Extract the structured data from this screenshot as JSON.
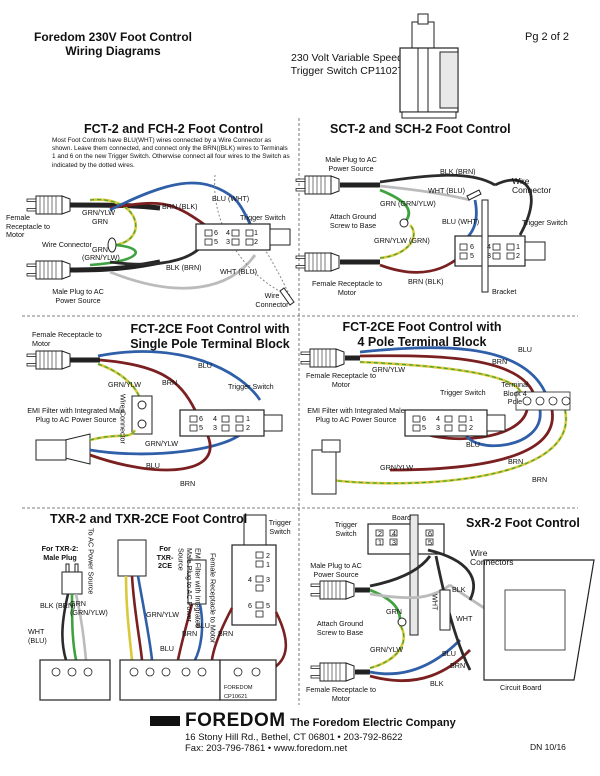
{
  "header": {
    "title_line1": "Foredom 230V Foot Control",
    "title_line2": "Wiring Diagrams",
    "page": "Pg 2 of 2",
    "switch_line1": "230 Volt Variable Speed",
    "switch_line2": "Trigger Switch CP11027"
  },
  "colors": {
    "blk": "#2b2b2b",
    "brn": "#7a2020",
    "blu": "#2f5fa8",
    "grn": "#3fa13f",
    "yel": "#d9c93a",
    "wht": "#bbbbbb"
  },
  "p1": {
    "title": "FCT-2 and FCH-2 Foot Control",
    "note": "Most Foot Controls have BLU(WHT) wires connected by a Wire Connector as shown. Leave them connected, and connect only the BRN((BLK) wires to Terminals 1 and 6 on the new Trigger Switch. Otherwise connect all four wires to the Switch as indicated by the dotted wires.",
    "labels": [
      "BRN (BLK)",
      "BLU (WHT)",
      "Trigger Switch",
      "GRN/YLW",
      "GRN",
      "Female Receptacle to Motor",
      "Wire Connector",
      "GRN",
      "(GRN/YLW)",
      "BLK (BRN)",
      "WHT (BLU)",
      "Male Plug to AC Power Source",
      "Wire Connector",
      "6",
      "5",
      "4",
      "3",
      "2",
      "1"
    ]
  },
  "p2": {
    "title": "SCT-2 and SCH-2 Foot Control",
    "labels": [
      "Male Plug to AC Power Source",
      "BLK (BRN)",
      "Wire Connector",
      "WHT (BLU)",
      "GRN (GRN/YLW)",
      "Attach Ground Screw to Base",
      "BLU (WHT)",
      "Trigger Switch",
      "GRN/YLW (GRN)",
      "BRN (BLK)",
      "Female Receptacle to Motor",
      "Bracket",
      "6",
      "5",
      "4",
      "3",
      "2",
      "1"
    ]
  },
  "p3": {
    "title_line1": "FCT-2CE Foot Control with",
    "title_line2": "Single Pole Terminal Block",
    "labels": [
      "Female Receptacle to Motor",
      "BLU",
      "GRN/YLW",
      "BRN",
      "Trigger Switch",
      "Wire Connector",
      "EMI Filter with Integrated Male Plug to AC Power Source",
      "GRN/YLW",
      "BLU",
      "BRN",
      "6",
      "5",
      "4",
      "3",
      "2",
      "1"
    ]
  },
  "p4": {
    "title_line1": "FCT-2CE Foot Control with",
    "title_line2": "4 Pole Terminal Block",
    "labels": [
      "BLU",
      "BRN",
      "Female Receptacle to Motor",
      "GRN/YLW",
      "Trigger Switch",
      "Terminal Block 4 Pole",
      "EMI Filter with Integrated Male Plug to AC Power Source",
      "BLU",
      "BRN",
      "GRN/YLW",
      "BRN",
      "6",
      "5",
      "4",
      "3",
      "2",
      "1"
    ]
  },
  "p5": {
    "title": "TXR-2 and TXR-2CE Foot Control",
    "labels": [
      "Trigger Switch",
      "To AC Power Source",
      "For TXR-2: Male Plug",
      "For TXR-2CE",
      "EMI Filter with Integrated Male Plug to AC Power Source",
      "Female Receptacle to Motor",
      "BLK (BRN)",
      "GRN (GRN/YLW)",
      "WHT (BLU)",
      "GRN/YLW",
      "BRN",
      "BLU",
      "BRN",
      "BLU",
      "FOREDOM CP10621",
      "2",
      "1",
      "4",
      "3",
      "6",
      "5"
    ]
  },
  "p6": {
    "title": "SxR-2 Foot Control",
    "labels": [
      "Board",
      "Trigger Switch",
      "Wire Connectors",
      "Male Plug to AC Power Source",
      "BLK",
      "GRN",
      "WHT",
      "WHT",
      "Attach Ground Screw to Base",
      "GRN/YLW",
      "BLU",
      "BRN",
      "BLK",
      "Female Receptacle to Motor",
      "Circuit Board",
      "2",
      "1",
      "4",
      "3",
      "6",
      "5"
    ]
  },
  "footer": {
    "brand": "FOREDOM",
    "company": "The Foredom Electric Company",
    "address": "16 Stony Hill Rd., Bethel, CT 06801  •  203-792-8622",
    "fax": "Fax: 203-796-7861 • www.foredom.net",
    "doc": "DN 10/16"
  }
}
